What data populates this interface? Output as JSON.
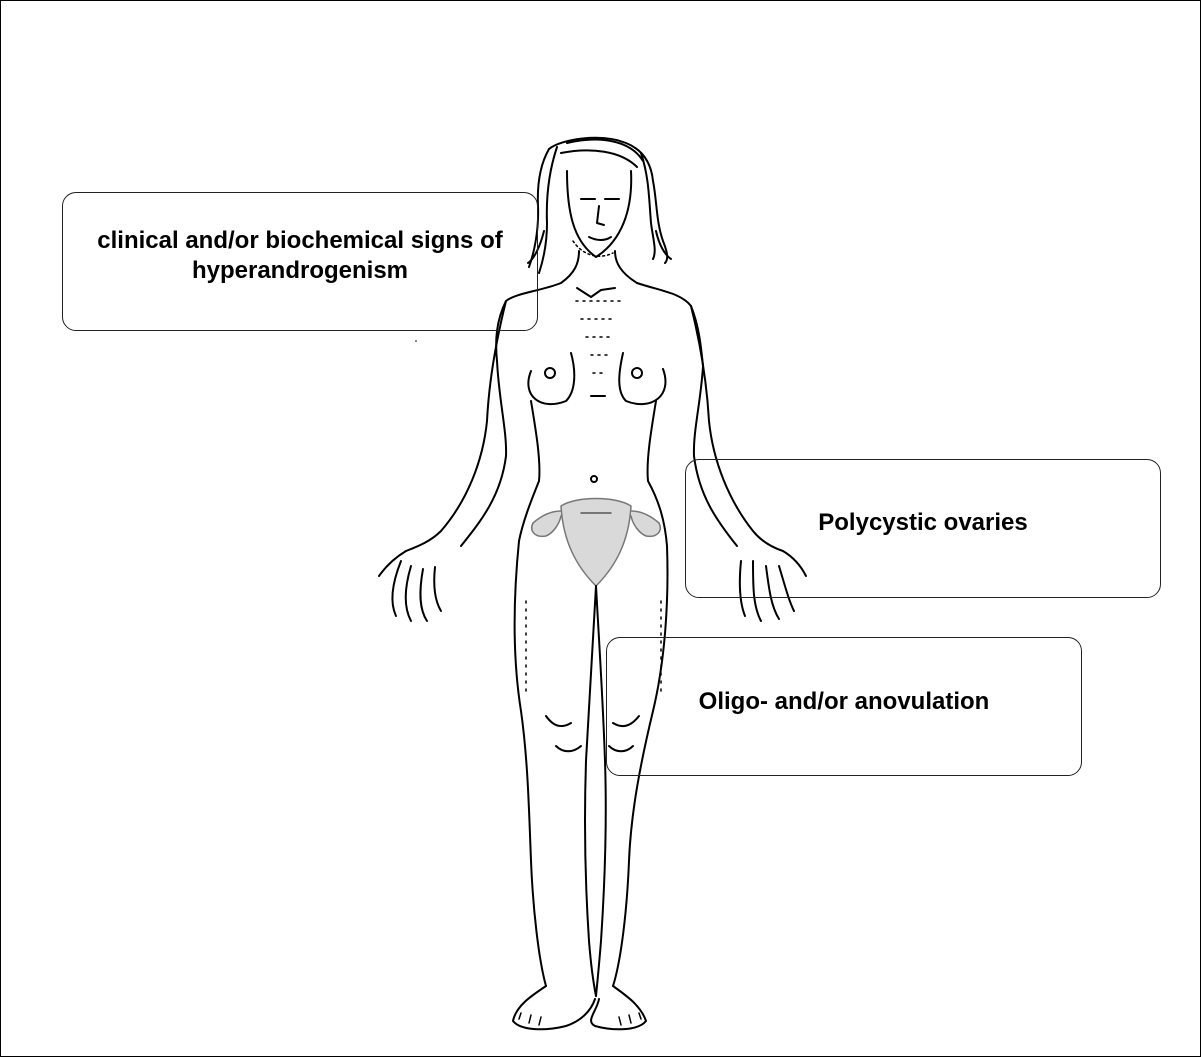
{
  "diagram": {
    "labels": {
      "hyperandrogenism": "clinical and/or biochemical signs of hyperandrogenism",
      "polycystic": "Polycystic ovaries",
      "anovulation": "Oligo- and/or anovulation"
    },
    "figure": {
      "icon": "female-body-outline-illustration",
      "line_color": "#000000",
      "reproductive_organs_color": "#d9d9d9"
    }
  }
}
